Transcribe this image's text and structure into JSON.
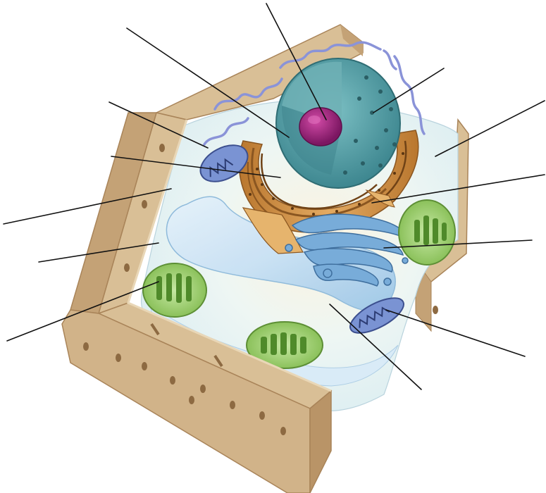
{
  "colors": {
    "wall": "#d9bf96",
    "wall_shade": "#c4a276",
    "wall_dark": "#a98459",
    "cytoplasm": "#eef6f6",
    "vacuole": "#cfe5f7",
    "nucleus": "#4f9ea5",
    "nucleolus": "#a0257f",
    "rough_er": "#c9873f",
    "golgi": "#6fa3d2",
    "chloroplast": "#8cc65a",
    "mitochondrion": "#6b86c9",
    "leader_line": "#111111"
  },
  "structures": [
    "cell-wall",
    "cell-membrane",
    "nucleus",
    "nucleolus",
    "nuclear-envelope",
    "rough-er",
    "smooth-er",
    "golgi-apparatus",
    "vacuole",
    "chloroplast",
    "mitochondrion",
    "plasmodesmata",
    "cytoplasm"
  ],
  "labels": []
}
